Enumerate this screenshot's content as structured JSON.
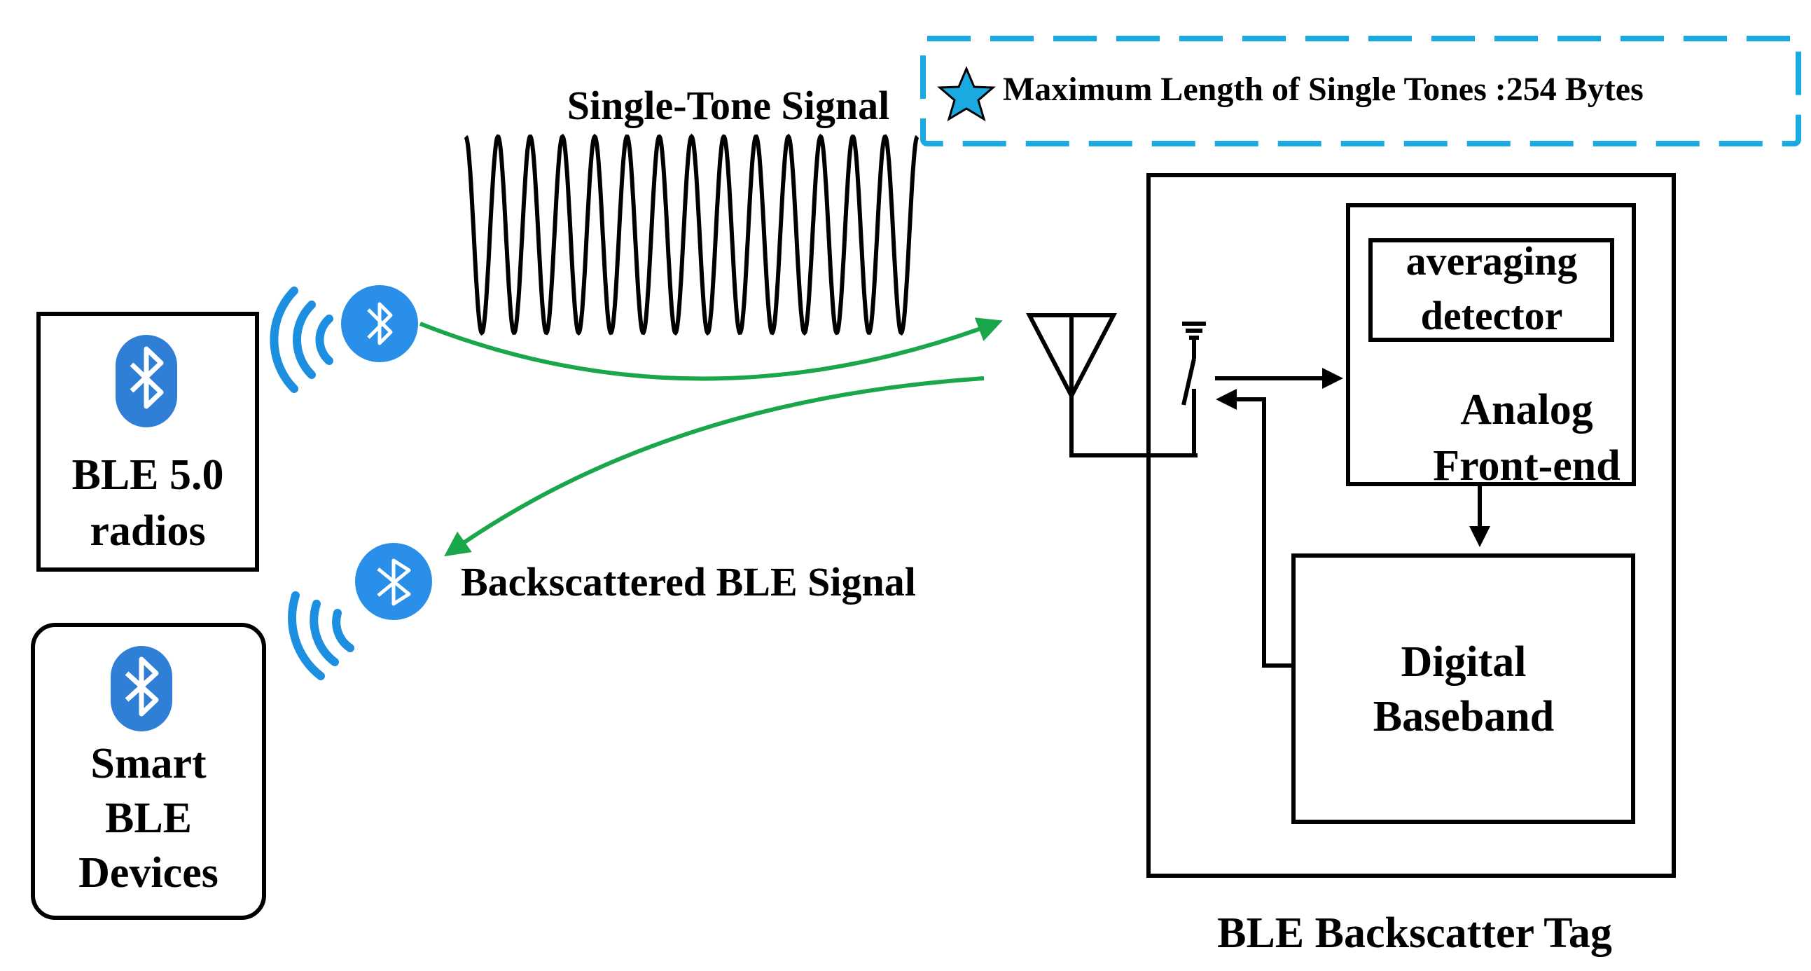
{
  "colors": {
    "ink": "#000000",
    "signal_arrow": "#1aa64a",
    "note_border": "#1ba9e2",
    "bluetooth_fill": "#2f7fd6",
    "bluetooth_badge": "#2a8fe8",
    "wave_arcs": "#1c8fe0"
  },
  "icons": [
    "bluetooth-icon",
    "wireless-waves-icon",
    "star-icon",
    "antenna-icon",
    "switch-icon"
  ],
  "note": {
    "text": "Maximum Length of Single Tones :254 Bytes"
  },
  "signals": {
    "single_tone": "Single-Tone Signal",
    "backscattered": "Backscattered BLE Signal"
  },
  "devices": {
    "ble_radio": {
      "line1": "BLE 5.0",
      "line2": "radios"
    },
    "smart_ble": {
      "line1": "Smart",
      "line2": "BLE",
      "line3": "Devices"
    }
  },
  "tag": {
    "label": "BLE Backscatter Tag",
    "analog": {
      "line1": "Analog",
      "line2": "Front-end",
      "detector_line1": "averaging",
      "detector_line2": "detector"
    },
    "digital": {
      "line1": "Digital",
      "line2": "Baseband"
    }
  }
}
